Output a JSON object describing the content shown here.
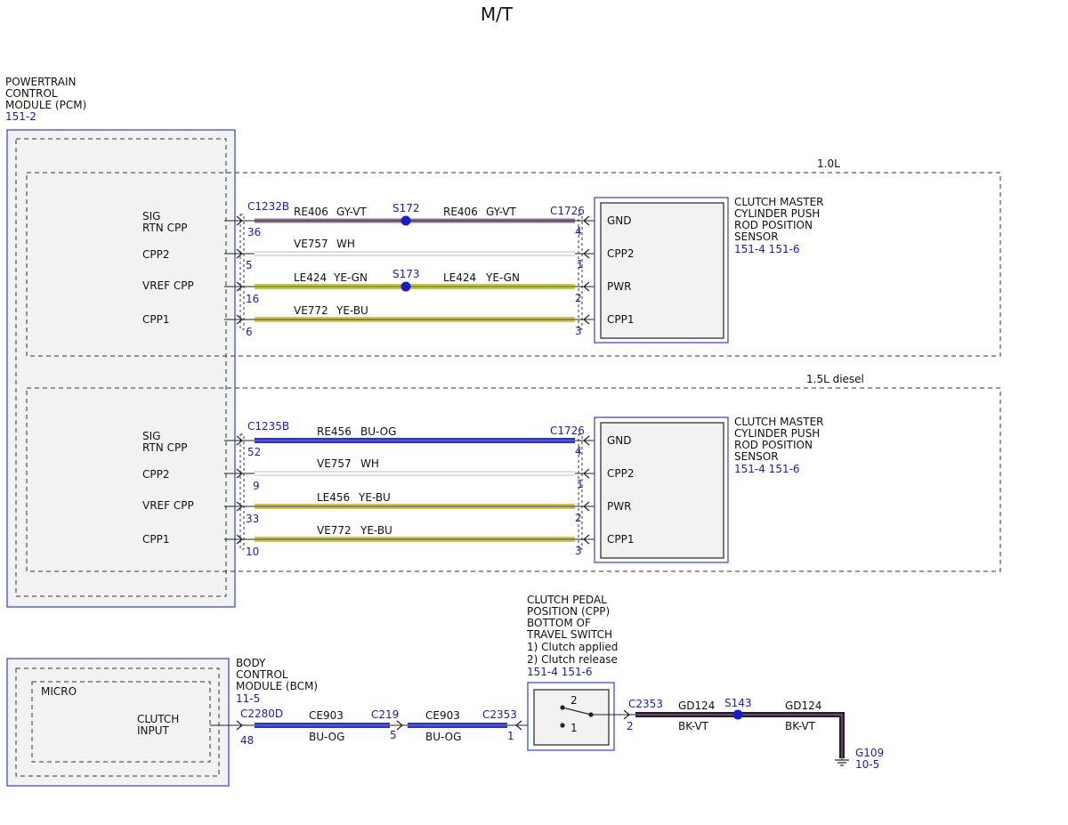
{
  "title": "M/T",
  "colors": {
    "gray_violet": "#8a7a8e",
    "white_wire": "#bbbbbb",
    "yellow_green": "#c8c832",
    "yellow_blue": "#d4c838",
    "blue_orange": "#2a35c0",
    "black_violet": "#2a1a2a",
    "connector_blue": "#1a1acc",
    "module_border": "#3040d0",
    "module_fill": "#f2f2f2"
  },
  "pcm": {
    "label_lines": [
      "POWERTRAIN",
      "CONTROL",
      "MODULE (PCM)"
    ],
    "ref": "151-2"
  },
  "variant_1": {
    "label": "1.0L",
    "pcm_connector": "C1232B",
    "sensor_connector": "C1726",
    "pin_labels": [
      "SIG",
      "RTN CPP",
      "CPP2",
      "VREF CPP",
      "CPP1"
    ],
    "wires": [
      {
        "pcm_pin": "36",
        "sensor_pin": "4",
        "left_circuit": "RE406",
        "left_color": "GY-VT",
        "splice": "S172",
        "right_circuit": "RE406",
        "right_color": "GY-VT",
        "sensor_label": "GND"
      },
      {
        "pcm_pin": "5",
        "sensor_pin": "1",
        "left_circuit": "VE757",
        "left_color": "WH",
        "sensor_label": "CPP2"
      },
      {
        "pcm_pin": "16",
        "sensor_pin": "2",
        "left_circuit": "LE424",
        "left_color": "YE-GN",
        "splice": "S173",
        "right_circuit": "LE424",
        "right_color": "YE-GN",
        "sensor_label": "PWR"
      },
      {
        "pcm_pin": "6",
        "sensor_pin": "3",
        "left_circuit": "VE772",
        "left_color": "YE-BU",
        "sensor_label": "CPP1"
      }
    ],
    "sensor_name_lines": [
      "CLUTCH MASTER",
      "CYLINDER PUSH",
      "ROD POSITION",
      "SENSOR"
    ],
    "sensor_refs": "151-4  151-6"
  },
  "variant_2": {
    "label": "1.5L diesel",
    "pcm_connector": "C1235B",
    "sensor_connector": "C1726",
    "pin_labels": [
      "SIG",
      "RTN CPP",
      "CPP2",
      "VREF CPP",
      "CPP1"
    ],
    "wires": [
      {
        "pcm_pin": "52",
        "sensor_pin": "4",
        "left_circuit": "RE456",
        "left_color": "BU-OG",
        "sensor_label": "GND"
      },
      {
        "pcm_pin": "9",
        "sensor_pin": "1",
        "left_circuit": "VE757",
        "left_color": "WH",
        "sensor_label": "CPP2"
      },
      {
        "pcm_pin": "33",
        "sensor_pin": "2",
        "left_circuit": "LE456",
        "left_color": "YE-BU",
        "sensor_label": "PWR"
      },
      {
        "pcm_pin": "10",
        "sensor_pin": "3",
        "left_circuit": "VE772",
        "left_color": "YE-BU",
        "sensor_label": "CPP1"
      }
    ],
    "sensor_name_lines": [
      "CLUTCH MASTER",
      "CYLINDER PUSH",
      "ROD POSITION",
      "SENSOR"
    ],
    "sensor_refs": "151-4  151-6"
  },
  "bcm": {
    "label_lines": [
      "BODY",
      "CONTROL",
      "MODULE (BCM)"
    ],
    "ref": "11-5",
    "micro_label": "MICRO",
    "input_lines": [
      "CLUTCH",
      "INPUT"
    ],
    "connector": "C2280D",
    "pin": "48"
  },
  "bcm_circuit": {
    "seg1_circuit": "CE903",
    "seg1_color": "BU-OG",
    "inline_connector": "C219",
    "inline_pin": "5",
    "seg2_circuit": "CE903",
    "seg2_color": "BU-OG",
    "switch_connector": "C2353",
    "switch_in_pin": "1"
  },
  "switch": {
    "label_lines": [
      "CLUTCH PEDAL",
      "POSITION (CPP)",
      "BOTTOM OF",
      "TRAVEL SWITCH",
      "1) Clutch applied",
      "2) Clutch release"
    ],
    "refs": "151-4  151-6",
    "contact_1": "1",
    "contact_2": "2"
  },
  "ground_circuit": {
    "connector": "C2353",
    "pin": "2",
    "seg1_circuit": "GD124",
    "seg1_color": "BK-VT",
    "splice": "S143",
    "seg2_circuit": "GD124",
    "seg2_color": "BK-VT",
    "ground": "G109",
    "ground_ref": "10-5"
  }
}
